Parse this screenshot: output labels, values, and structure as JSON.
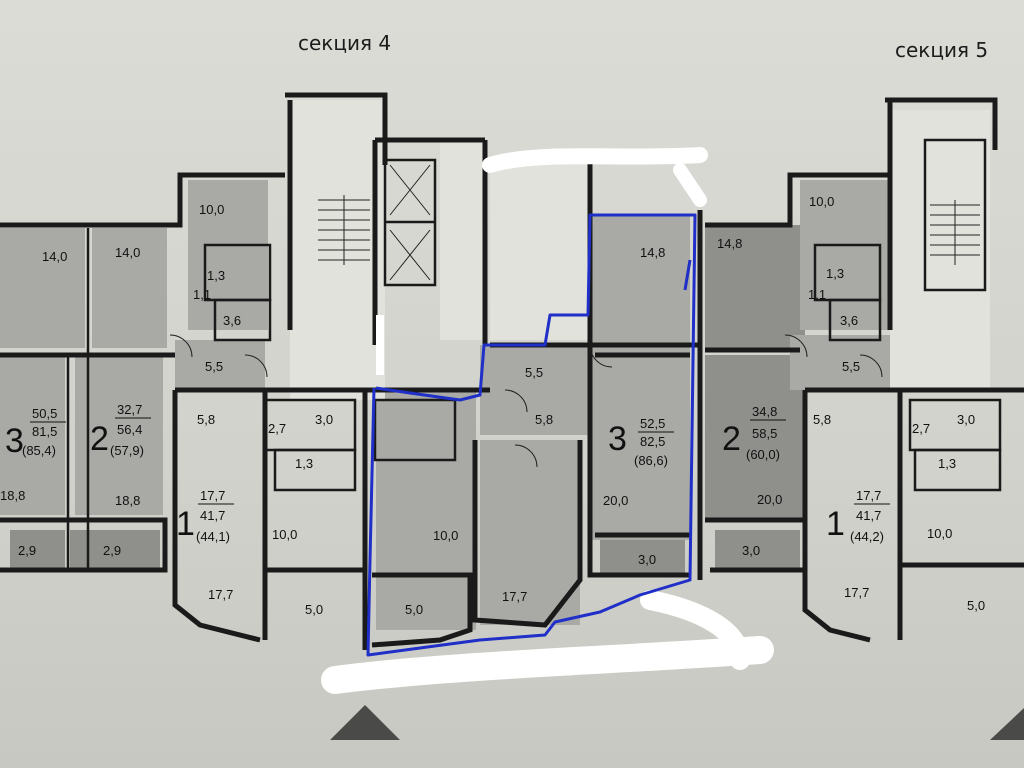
{
  "sections": [
    {
      "label": "секция 4"
    },
    {
      "label": "секция 5"
    }
  ],
  "room_areas": {
    "r_14_0_a": "14,0",
    "r_14_0_b": "14,0",
    "r_10_0_top4": "10,0",
    "r_1_3_4": "1,3",
    "r_1_1_4": "1,1",
    "r_3_6_4": "3,6",
    "r_5_5_4l": "5,5",
    "r_5_8_4l": "5,8",
    "r_2_7_4": "2,7",
    "r_3_0_4": "3,0",
    "r_1_3_4b": "1,3",
    "r_18_8_a": "18,8",
    "r_18_8_b": "18,8",
    "r_2_9_a": "2,9",
    "r_2_9_b": "2,9",
    "r_10_0_4l": "10,0",
    "r_17_7_4l": "17,7",
    "r_5_0_4l": "5,0",
    "r_10_0_4m": "10,0",
    "r_5_0_4m": "5,0",
    "r_17_7_4m": "17,7",
    "r_5_5_4r": "5,5",
    "r_5_8_4r": "5,8",
    "r_14_8_a": "14,8",
    "r_20_0_a": "20,0",
    "r_3_0_a": "3,0",
    "r_14_8_b": "14,8",
    "r_20_0_b": "20,0",
    "r_3_0_b": "3,0",
    "r_10_0_top5": "10,0",
    "r_1_3_5": "1,3",
    "r_1_1_5": "1,1",
    "r_3_6_5": "3,6",
    "r_5_5_5": "5,5",
    "r_5_8_5": "5,8",
    "r_2_7_5": "2,7",
    "r_3_0_5": "3,0",
    "r_1_3_5b": "1,3",
    "r_10_0_5l": "10,0",
    "r_17_7_5l": "17,7",
    "r_5_0_5l": "5,0"
  },
  "apartments": [
    {
      "rooms": "3",
      "living": "50,5",
      "total": "81,5",
      "total_loggia": "(85,4)"
    },
    {
      "rooms": "2",
      "living": "32,7",
      "total": "56,4",
      "total_loggia": "(57,9)"
    },
    {
      "rooms": "1",
      "living": "17,7",
      "total": "41,7",
      "total_loggia": "(44,1)"
    },
    {
      "rooms": "3",
      "living": "52,5",
      "total": "82,5",
      "total_loggia": "(86,6)"
    },
    {
      "rooms": "2",
      "living": "34,8",
      "total": "58,5",
      "total_loggia": "(60,0)"
    },
    {
      "rooms": "1",
      "living": "17,7",
      "total": "41,7",
      "total_loggia": "(44,2)"
    }
  ],
  "colors": {
    "outline_highlight": "#1f2fc8",
    "wall": "#1a1a1a",
    "room_shaded": "#8f8f8c",
    "paper": "#dcdcd6"
  }
}
